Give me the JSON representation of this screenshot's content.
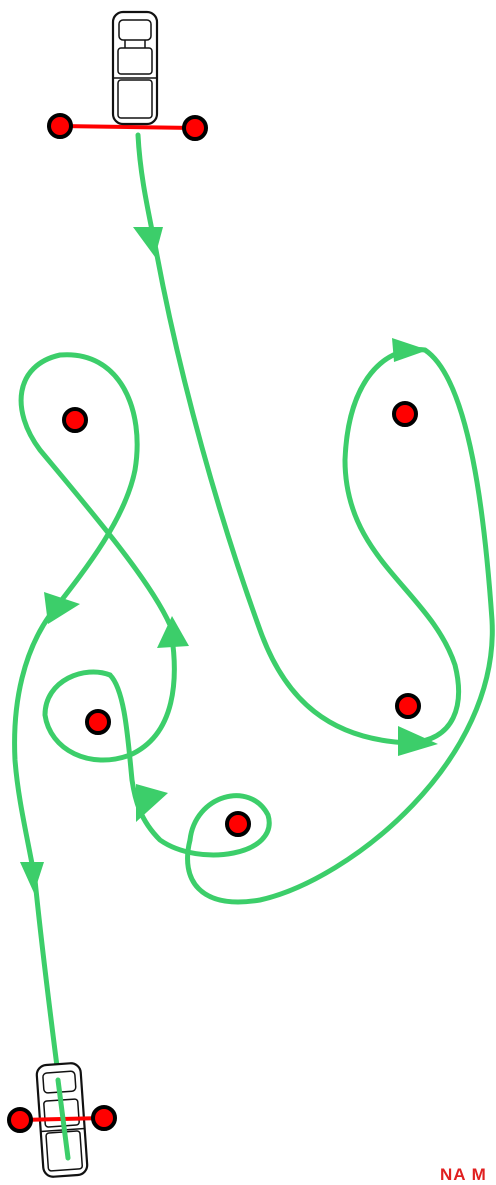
{
  "colors": {
    "path": "#3cce6a",
    "cone": "#ff0000",
    "gate": "#ff0000",
    "cone_outline": "#000000",
    "watermark": "#e02020"
  },
  "icons": {
    "start_vehicle": "pickup-truck-icon",
    "end_vehicle": "pickup-truck-icon",
    "cone": "red-dot",
    "direction": "arrowhead"
  },
  "watermark": {
    "text": "NA M"
  }
}
